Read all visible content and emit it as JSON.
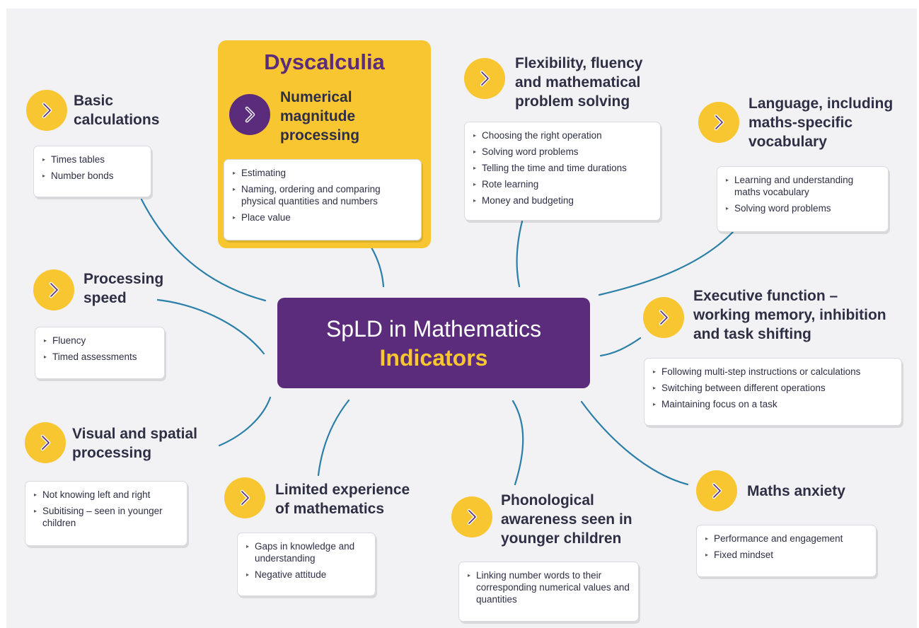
{
  "center": {
    "line1": "SpLD in Mathematics",
    "line2": "Indicators"
  },
  "colors": {
    "purple": "#5b2c7c",
    "yellow": "#f8c630",
    "link": "#2b7fa8",
    "text": "#2e2f45"
  },
  "icon": "chevron-right-icon",
  "dyscalculia": {
    "heading": "Dyscalculia",
    "title_lines": [
      "Numerical",
      "magnitude",
      "processing"
    ],
    "items": [
      "Estimating",
      "Naming, ordering and comparing physical quantities and numbers",
      "Place value"
    ]
  },
  "basic": {
    "title_lines": [
      "Basic",
      "calculations"
    ],
    "items": [
      "Times tables",
      "Number bonds"
    ]
  },
  "flex": {
    "title_lines": [
      "Flexibility, fluency",
      "and mathematical",
      "problem solving"
    ],
    "items": [
      "Choosing the right operation",
      "Solving word problems",
      "Telling the time and time durations",
      "Rote learning",
      "Money and budgeting"
    ]
  },
  "language": {
    "title_lines": [
      "Language, including",
      "maths-specific",
      "vocabulary"
    ],
    "items": [
      "Learning and understanding maths vocabulary",
      "Solving word problems"
    ]
  },
  "speed": {
    "title_lines": [
      "Processing",
      "speed"
    ],
    "items": [
      "Fluency",
      "Timed assessments"
    ]
  },
  "exec": {
    "title_lines": [
      "Executive function –",
      "working memory, inhibition",
      "and task shifting"
    ],
    "items": [
      "Following multi-step instructions or calculations",
      "Switching between different operations",
      "Maintaining focus on a task"
    ]
  },
  "visual": {
    "title_lines": [
      "Visual and spatial",
      "processing"
    ],
    "items": [
      "Not knowing left and right",
      "Subitising – seen in younger children"
    ]
  },
  "limited": {
    "title_lines": [
      "Limited experience",
      "of mathematics"
    ],
    "items": [
      "Gaps in knowledge and understanding",
      "Negative attitude"
    ]
  },
  "phono": {
    "title_lines": [
      "Phonological",
      "awareness seen in",
      "younger children"
    ],
    "items": [
      "Linking number words to their corresponding numerical values and quantities"
    ]
  },
  "anxiety": {
    "title_lines": [
      "Maths anxiety"
    ],
    "items": [
      "Performance and engagement",
      "Fixed mindset"
    ]
  }
}
